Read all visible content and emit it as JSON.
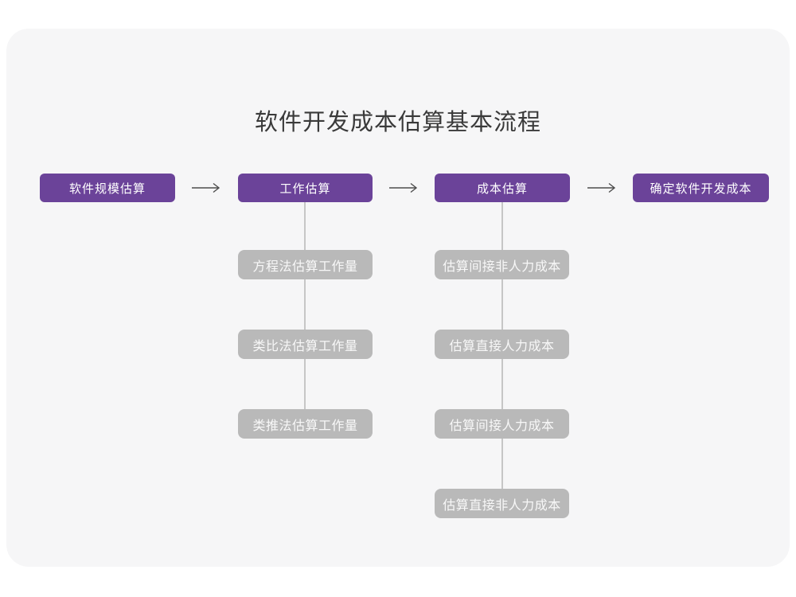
{
  "page": {
    "title": "软件开发成本估算基本流程"
  },
  "colors": {
    "primary": "#6B4399",
    "secondary_box": "#B9B9B9",
    "card_bg": "#F6F6F7",
    "connector": "#C6C6C6",
    "arrow": "#4D4D4D",
    "title_color": "#3A3A3A"
  },
  "flow": {
    "main_steps": [
      {
        "label": "软件规模估算"
      },
      {
        "label": "工作估算"
      },
      {
        "label": "成本估算"
      },
      {
        "label": "确定软件开发成本"
      }
    ],
    "work_estimation_methods": [
      "方程法估算工作量",
      "类比法估算工作量",
      "类推法估算工作量"
    ],
    "cost_estimation_items": [
      "估算间接非人力成本",
      "估算直接人力成本",
      "估算间接人力成本",
      "估算直接非人力成本"
    ]
  }
}
